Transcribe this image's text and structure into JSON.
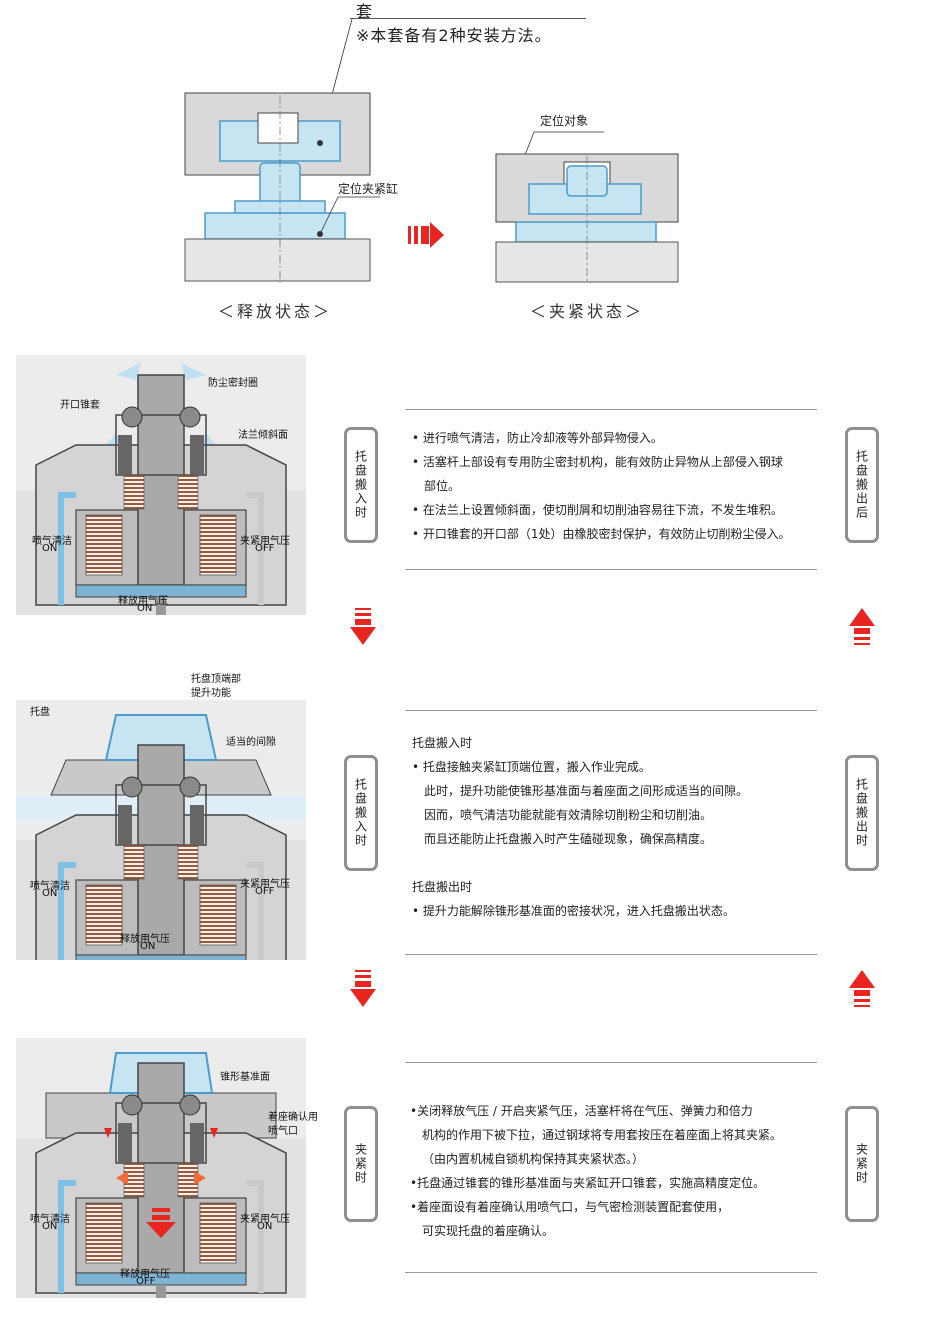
{
  "top": {
    "sleeve_label": "套",
    "install_note": "※本套备有2种安装方法。",
    "locating_object_label": "定位对象",
    "cylinder_label": "定位夹紧缸",
    "release_caption": "＜释放状态＞",
    "clamp_caption": "＜夹紧状态＞"
  },
  "stages": [
    {
      "tag_left": "托盘搬入时",
      "tag_right": "托盘搬出后",
      "bullets": [
        "• 进行喷气清洁，防止冷却液等外部异物侵入。",
        "• 活塞杆上部设有专用防尘密封机构，能有效防止异物从上部侵入钢球",
        "部位。",
        "• 在法兰上设置倾斜面，使切削屑和切削油容易往下流，不发生堆积。",
        "• 开口锥套的开口部（1处）由橡胶密封保护，有效防止切削粉尘侵入。"
      ],
      "labels": {
        "dust_seal": "防尘密封圈",
        "split_collet": "开口锥套",
        "flange_slope": "法兰倾斜面",
        "air_blow": "喷气清洁",
        "air_blow_state": "ON",
        "clamp_air": "夹紧用气压",
        "clamp_air_state": "OFF",
        "release_air": "释放用气压",
        "release_air_state": "ON"
      }
    },
    {
      "tag_left": "托盘搬入时",
      "tag_right": "托盘搬出时",
      "heading1": "托盘搬入时",
      "bullets1": [
        "• 托盘接触夹紧缸顶端位置，搬入作业完成。",
        "此时，提升功能使锥形基准面与着座面之间形成适当的间隙。",
        "因而，喷气清洁功能就能有效清除切削粉尘和切削油。",
        "而且还能防止托盘搬入时产生磕碰现象，确保高精度。"
      ],
      "heading2": "托盘搬出时",
      "bullets2": [
        "• 提升力能解除锥形基准面的密接状况，进入托盘搬出状态。"
      ],
      "labels": {
        "pallet": "托盘",
        "lift_line1": "托盘顶端部",
        "lift_line2": "提升功能",
        "gap": "适当的间隙",
        "air_blow": "喷气清洁",
        "air_blow_state": "ON",
        "clamp_air": "夹紧用气压",
        "clamp_air_state": "OFF",
        "release_air": "释放用气压",
        "release_air_state": "ON"
      }
    },
    {
      "tag_left": "夹紧时",
      "tag_right": "夹紧时",
      "bullets": [
        "•关闭释放气压 / 开启夹紧气压，活塞杆将在气压、弹簧力和倍力",
        "机构的作用下被下拉，通过钢球将专用套按压在着座面上将其夹紧。",
        "（由内置机械自锁机构保持其夹紧状态。）",
        "•托盘通过锥套的锥形基准面与夹紧缸开口锥套，实施高精度定位。",
        "•着座面设有着座确认用喷气口，与气密检测装置配套使用，",
        "可实现托盘的着座确认。"
      ],
      "labels": {
        "taper_ref": "锥形基准面",
        "seat_line1": "着座确认用",
        "seat_line2": "喷气口",
        "air_blow": "喷气清洁",
        "air_blow_state": "ON",
        "clamp_air": "夹紧用气压",
        "clamp_air_state": "ON",
        "release_air": "释放用气压",
        "release_air_state": "OFF"
      }
    }
  ],
  "colors": {
    "part_blue": "#c7e4f3",
    "outline_blue": "#4a9ccc",
    "panel_gray": "#ececec",
    "block_gray": "#d9d9d9",
    "arrow_red": "#e8251f"
  }
}
